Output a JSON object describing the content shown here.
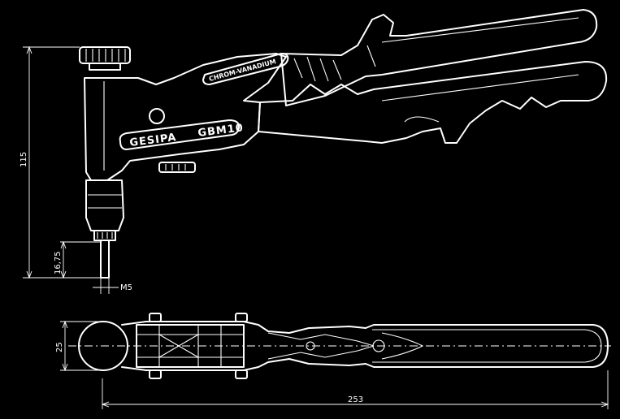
{
  "labels": {
    "brand": "GESIPA",
    "model": "GBM10",
    "material": "CHROM-VANADIUM"
  },
  "dimensions": {
    "height": "115",
    "nose_length": "16,75",
    "nose_diameter": "M5",
    "width": "25",
    "length": "253"
  }
}
